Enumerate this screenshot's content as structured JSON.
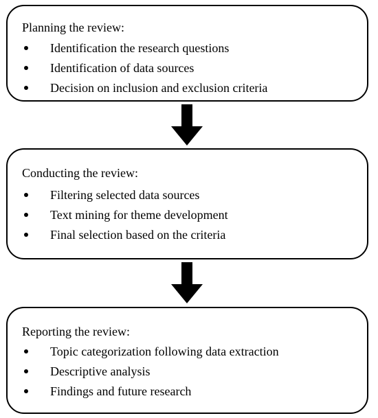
{
  "stages": [
    {
      "title": "Planning the review:",
      "items": [
        "Identification the research questions",
        "Identification of data sources",
        "Decision on inclusion and exclusion criteria"
      ]
    },
    {
      "title": "Conducting the review:",
      "items": [
        "Filtering selected data sources",
        "Text mining for theme development",
        "Final selection based on the criteria"
      ]
    },
    {
      "title": "Reporting the review:",
      "items": [
        "Topic categorization following data extraction",
        "Descriptive analysis",
        "Findings and future research"
      ]
    }
  ],
  "colors": {
    "stroke": "#000000",
    "background": "#ffffff"
  },
  "icons": {
    "connector": "down-arrow-icon"
  }
}
